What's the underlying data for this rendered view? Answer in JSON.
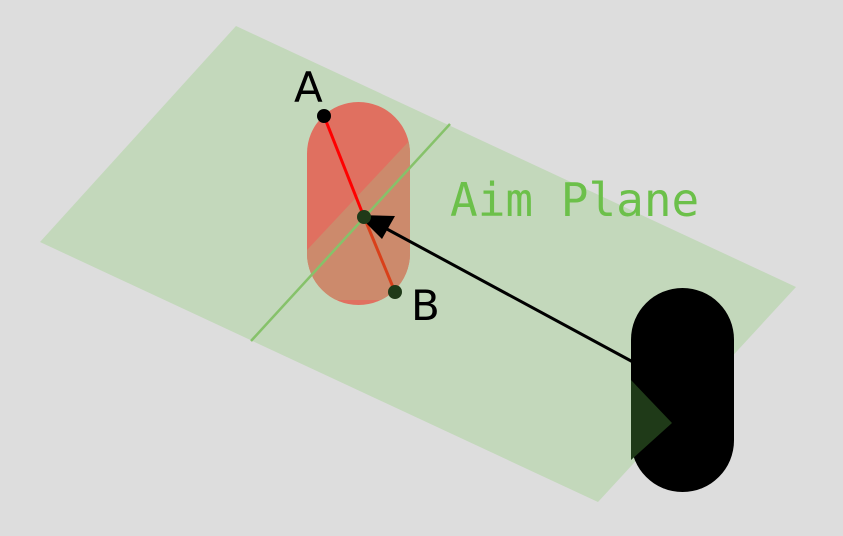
{
  "labels": {
    "point_a": "A",
    "point_b": "B",
    "plane": "Aim Plane"
  },
  "colors": {
    "background": "#dddddd",
    "plane_fill": "#c3d8bb",
    "plane_line": "#86c26a",
    "plane_label": "#6cc04a",
    "target_capsule": "#e07060",
    "target_capsule_lower": "#cc8a6c",
    "segment": "#ff0000",
    "segment_lower": "#d9401a",
    "arrow": "#000000",
    "shooter": "#000000",
    "shooter_shadow": "#1f3a18",
    "point": "#000000",
    "point_lower": "#1f3a18",
    "text": "#000000"
  }
}
